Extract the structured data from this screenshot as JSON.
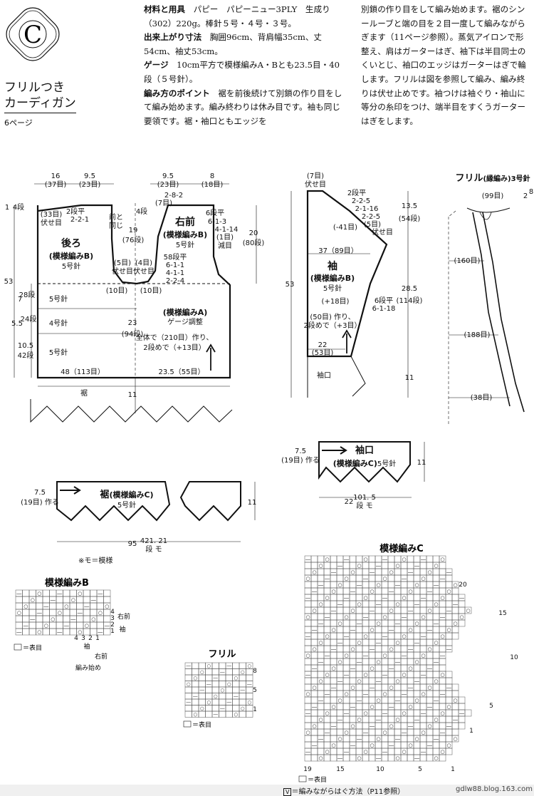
{
  "header": {
    "badge_letter": "C",
    "title_line1": "フリルつき",
    "title_line2": "カーディガン",
    "page_ref": "6ページ"
  },
  "instructions": {
    "materials_label": "材料と用具",
    "materials_text": "パピー　パピーニュー3PLY　生成り（302）220g。棒針５号・４号・３号。",
    "size_label": "出来上がり寸法",
    "size_text": "胸囲96cm、背肩幅35cm、丈54cm、袖丈53cm。",
    "gauge_label": "ゲージ",
    "gauge_text": "10cm平方で模様編みA・Bとも23.5目・40段（５号針）。",
    "points_label": "編み方のポイント",
    "points_text": "裾を前後続けて別鎖の作り目をして編み始めます。編み終わりは休み目です。袖も同じ要領です。裾・袖口ともエッジを",
    "col2_lines": [
      "別鎖の作り目をして編み始めます。裾のシン",
      "ールーブと端の目を２目一度して編みながら",
      "ぎます（11ページ参照）。蒸気アイロンで形",
      "整え、肩はガーターはぎ、袖下は半目同士の",
      "くいとじ、袖口のエッジはガーターはぎで輪",
      "します。フリルは図を参照して編み、編み終",
      "りは伏せ止めです。袖つけは袖ぐり・袖山に",
      "等分の糸印をつけ、端半目をすくうガーター",
      "はぎをします。"
    ]
  },
  "body": {
    "w_left_cm": "16",
    "w_left_st": "(37目)",
    "w_mid_cm": "9.5",
    "w_mid_st": "(23目)",
    "w_r1_cm": "9.5",
    "w_r1_st": "(23目)",
    "w_r2_cm": "8",
    "w_r2_st": "(18目)",
    "front_dec_a": "2-8-2",
    "front_dec_b": "(7目)",
    "left_total": "53",
    "left_top_cm": "1",
    "left_top_rows": "4段",
    "back_cast": "(33目)",
    "back_cast2": "伏せ目",
    "back_dec": "2段平",
    "back_dec2": "2-2-1",
    "front_same": "前と",
    "front_same2": "同じ",
    "center_top": "4段",
    "center_h_cm": "19",
    "center_h_rows": "(76段)",
    "back_name": "後ろ",
    "back_pattern": "(模様編みB)",
    "back_needle": "5号針",
    "rf_name": "右前",
    "rf_pattern": "(模様編みB)",
    "rf_needle": "5号針",
    "sh_rows_a": "6段平",
    "sh_rows_b": "6-1-3",
    "sh_rows_c": "4-1-14",
    "sh_rows_d": "(1目)",
    "sh_rows_e": "減目",
    "right_h_cm": "20",
    "right_h_rows": "(80段)",
    "ah_l1": "(5目)",
    "ah_l2": "伏せ目",
    "ah_r1": "(4目)",
    "ah_r2": "伏せ目",
    "ah_dec_a": "58段平",
    "ah_dec_b": "6-1-1",
    "ah_dec_c": "4-1-1",
    "ah_dec_d": "2-2-4",
    "ah_st_l": "(10目)",
    "ah_st_r": "(10目)",
    "lower_pattern": "(模様編みA)",
    "lower_gauge": "ゲージ調整",
    "band1_cm": "7",
    "band1_rows": "28段",
    "band1_needle": "5号針",
    "band2_cm": "5.5",
    "band2_rows": "24段",
    "band2_needle": "4号針",
    "band3_cm": "10.5",
    "band3_rows": "42段",
    "band3_needle": "5号針",
    "lower_h_cm": "23",
    "lower_h_rows": "(94段)",
    "cast_a": "全体で（210目）作り、",
    "cast_b": "2段めで（+13目）",
    "bottom_left": "48（113目）",
    "bottom_right": "23.5（55目）",
    "hem_label": "裾",
    "hem_h": "11"
  },
  "sleeve": {
    "top_st": "(7目)",
    "top_st2": "伏せ目",
    "cap_a": "2段平",
    "cap_b": "2-2-5",
    "cap_c": "2-1-16",
    "cap_d": "2-2-5",
    "cap_e": "(5目)",
    "cap_f": "伏せ目",
    "cap_g": "(-41目)",
    "width": "37（89目）",
    "total_h": "53",
    "name": "袖",
    "pattern": "(模様編みB)",
    "needle": "5号針",
    "inc_a": "(+18目)",
    "inc_b": "6段平",
    "inc_c": "6-1-18",
    "cast_a": "(50目) 作り、",
    "cast_b": "2段めで（+3目）",
    "bot_w": "22",
    "bot_st": "(53目)",
    "cuff_label": "袖口",
    "cap_h_cm": "13.5",
    "cap_h_rows": "(54段)",
    "body_h_cm": "28.5",
    "body_h_rows": "(114段)",
    "cuff_h": "11"
  },
  "frill": {
    "title": "フリル",
    "pattern": "(縁編み)",
    "needle": "3号針",
    "top_st": "(99目)",
    "top_r1": "2",
    "top_r2": "8",
    "a": "(160目)",
    "b": "(188目)",
    "c": "(38目)"
  },
  "cuff_piece": {
    "side_cm": "7.5",
    "side_st": "(19目) 作る",
    "name": "袖口",
    "pattern": "(模様編みC)",
    "needle": "5号針",
    "h": "11",
    "bottom": "22",
    "bottom_a": "101. 5",
    "bottom_b": "段  モ"
  },
  "hem_piece": {
    "side_cm": "7.5",
    "side_st": "(19目) 作る",
    "name": "裾",
    "pattern": "(模様編みC)",
    "needle": "5号針",
    "h": "11",
    "bottom": "95",
    "bottom_a": "421. 21",
    "bottom_b": "段  モ",
    "note": "※モ＝模様"
  },
  "chart_b": {
    "title": "模様編みB",
    "row_nums": [
      "4",
      "3",
      "2",
      "1"
    ],
    "col_nums": [
      "4",
      "3",
      "2",
      "1"
    ],
    "right_front": "右前",
    "sleeve": "袖",
    "start": "編み始め",
    "legend": "＝表目"
  },
  "chart_frill": {
    "title": "フリル",
    "row_nums": [
      "8",
      "5",
      "1"
    ],
    "legend": "＝表目"
  },
  "chart_c": {
    "title": "模様編みC",
    "side_nums": [
      "20",
      "15",
      "10",
      "5",
      "1"
    ],
    "col_nums": [
      "19",
      "15",
      "10",
      "5",
      "1"
    ],
    "legend": "＝表目"
  },
  "footer": {
    "legend_mark": "V",
    "legend": "＝編みながらはぐ方法（P11参照）",
    "url": "gdlw88.blog.163.com"
  }
}
